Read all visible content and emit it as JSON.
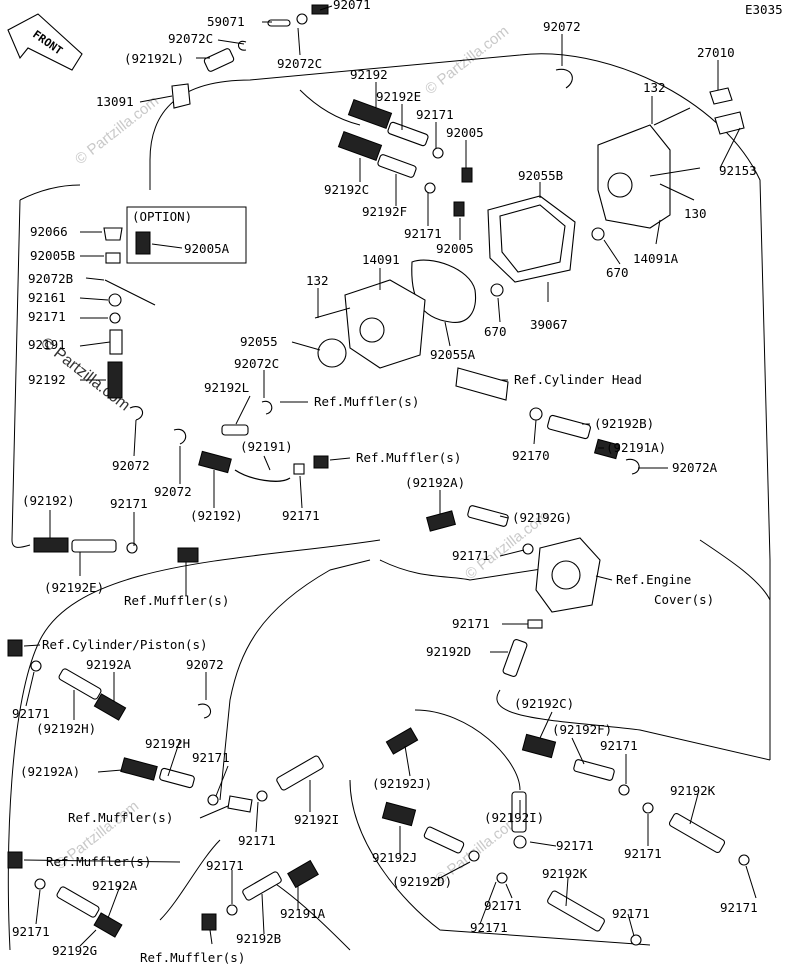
{
  "diagram": {
    "code": "E3035",
    "front_label": "FRONT",
    "option_label": "(OPTION)",
    "watermark": "© Partzilla.com",
    "labels": [
      {
        "id": "l59071",
        "text": "59071"
      },
      {
        "id": "l92071",
        "text": "92071"
      },
      {
        "id": "l92072c_a",
        "text": "92072C"
      },
      {
        "id": "l92192l_p",
        "text": "(92192L)"
      },
      {
        "id": "l92072c_b",
        "text": "92072C"
      },
      {
        "id": "l13091",
        "text": "13091"
      },
      {
        "id": "l92072_top",
        "text": "92072"
      },
      {
        "id": "l27010",
        "text": "27010"
      },
      {
        "id": "l132_a",
        "text": "132"
      },
      {
        "id": "l92153",
        "text": "92153"
      },
      {
        "id": "l92192_top",
        "text": "92192"
      },
      {
        "id": "l92192e",
        "text": "92192E"
      },
      {
        "id": "l92171_a",
        "text": "92171"
      },
      {
        "id": "l92005_a",
        "text": "92005"
      },
      {
        "id": "l92192c",
        "text": "92192C"
      },
      {
        "id": "l92192f",
        "text": "92192F"
      },
      {
        "id": "l92055b",
        "text": "92055B"
      },
      {
        "id": "l130",
        "text": "130"
      },
      {
        "id": "l92171_b",
        "text": "92171"
      },
      {
        "id": "l92005_b",
        "text": "92005"
      },
      {
        "id": "l14091a",
        "text": "14091A"
      },
      {
        "id": "l670_a",
        "text": "670"
      },
      {
        "id": "l92066",
        "text": "92066"
      },
      {
        "id": "l92005b",
        "text": "92005B"
      },
      {
        "id": "l92005a",
        "text": "92005A"
      },
      {
        "id": "l132_b",
        "text": "132"
      },
      {
        "id": "l14091",
        "text": "14091"
      },
      {
        "id": "l92072b",
        "text": "92072B"
      },
      {
        "id": "l92161",
        "text": "92161"
      },
      {
        "id": "l92171_c",
        "text": "92171"
      },
      {
        "id": "l670_b",
        "text": "670"
      },
      {
        "id": "l39067",
        "text": "39067"
      },
      {
        "id": "l92191",
        "text": "92191"
      },
      {
        "id": "l92055",
        "text": "92055"
      },
      {
        "id": "l92055a",
        "text": "92055A"
      },
      {
        "id": "l92072c_c",
        "text": "92072C"
      },
      {
        "id": "l92192_mid",
        "text": "92192"
      },
      {
        "id": "l92192l",
        "text": "92192L"
      },
      {
        "id": "l92072_a",
        "text": "92072"
      },
      {
        "id": "l92191_p",
        "text": "(92191)"
      },
      {
        "id": "l92192b_p",
        "text": "(92192B)"
      },
      {
        "id": "l92170",
        "text": "92170"
      },
      {
        "id": "l92191a_p",
        "text": "(92191A)"
      },
      {
        "id": "l92072a",
        "text": "92072A"
      },
      {
        "id": "l92072_b",
        "text": "92072"
      },
      {
        "id": "l92192_p1",
        "text": "(92192)"
      },
      {
        "id": "l92171_d",
        "text": "92171"
      },
      {
        "id": "l92192a_p1",
        "text": "(92192A)"
      },
      {
        "id": "l92192_p2",
        "text": "(92192)"
      },
      {
        "id": "l92171_e",
        "text": "92171"
      },
      {
        "id": "l92192g_p",
        "text": "(92192G)"
      },
      {
        "id": "l92171_f",
        "text": "92171"
      },
      {
        "id": "l92192e_p",
        "text": "(92192E)"
      },
      {
        "id": "l92171_g",
        "text": "92171"
      },
      {
        "id": "l92192d_p",
        "text": "92192D"
      },
      {
        "id": "l92171_h",
        "text": "92171"
      },
      {
        "id": "l92192a_a",
        "text": "92192A"
      },
      {
        "id": "l92072_c",
        "text": "92072"
      },
      {
        "id": "l92192h_p",
        "text": "(92192H)"
      },
      {
        "id": "l92192h",
        "text": "92192H"
      },
      {
        "id": "l92192c_p",
        "text": "(92192C)"
      },
      {
        "id": "l92192f_p",
        "text": "(92192F)"
      },
      {
        "id": "l92171_i",
        "text": "92171"
      },
      {
        "id": "l92192a_p2",
        "text": "(92192A)"
      },
      {
        "id": "l92171_j",
        "text": "92171"
      },
      {
        "id": "l92171_k",
        "text": "92171"
      },
      {
        "id": "l92192i",
        "text": "92192I"
      },
      {
        "id": "l92192j_p",
        "text": "(92192J)"
      },
      {
        "id": "l92192i_p",
        "text": "(92192I)"
      },
      {
        "id": "l92192k_a",
        "text": "92192K"
      },
      {
        "id": "l92171_l",
        "text": "92171"
      },
      {
        "id": "l92171_m",
        "text": "92171"
      },
      {
        "id": "l92192j",
        "text": "92192J"
      },
      {
        "id": "l92171_n",
        "text": "92171"
      },
      {
        "id": "l92192a_b",
        "text": "92192A"
      },
      {
        "id": "l92192d_p2",
        "text": "(92192D)"
      },
      {
        "id": "l92192k_b",
        "text": "92192K"
      },
      {
        "id": "l92171_o",
        "text": "92171"
      },
      {
        "id": "l92171_p",
        "text": "92171"
      },
      {
        "id": "l92191a",
        "text": "92191A"
      },
      {
        "id": "l92171_q",
        "text": "92171"
      },
      {
        "id": "l92171_r",
        "text": "92171"
      },
      {
        "id": "l92192g",
        "text": "92192G"
      },
      {
        "id": "l92192b",
        "text": "92192B"
      },
      {
        "id": "l92171_s",
        "text": "92171"
      }
    ],
    "references": [
      {
        "id": "r_cylhead",
        "text": "Ref.Cylinder Head"
      },
      {
        "id": "r_muff1",
        "text": "Ref.Muffler(s)"
      },
      {
        "id": "r_muff2",
        "text": "Ref.Muffler(s)"
      },
      {
        "id": "r_engcov1",
        "text": "Ref.Engine"
      },
      {
        "id": "r_engcov2",
        "text": "Cover(s)"
      },
      {
        "id": "r_muff3",
        "text": "Ref.Muffler(s)"
      },
      {
        "id": "r_cylpist",
        "text": "Ref.Cylinder/Piston(s)"
      },
      {
        "id": "r_muff4",
        "text": "Ref.Muffler(s)"
      },
      {
        "id": "r_muff5",
        "text": "Ref.Muffler(s)"
      },
      {
        "id": "r_muff6",
        "text": "Ref.Muffler(s)"
      }
    ]
  }
}
